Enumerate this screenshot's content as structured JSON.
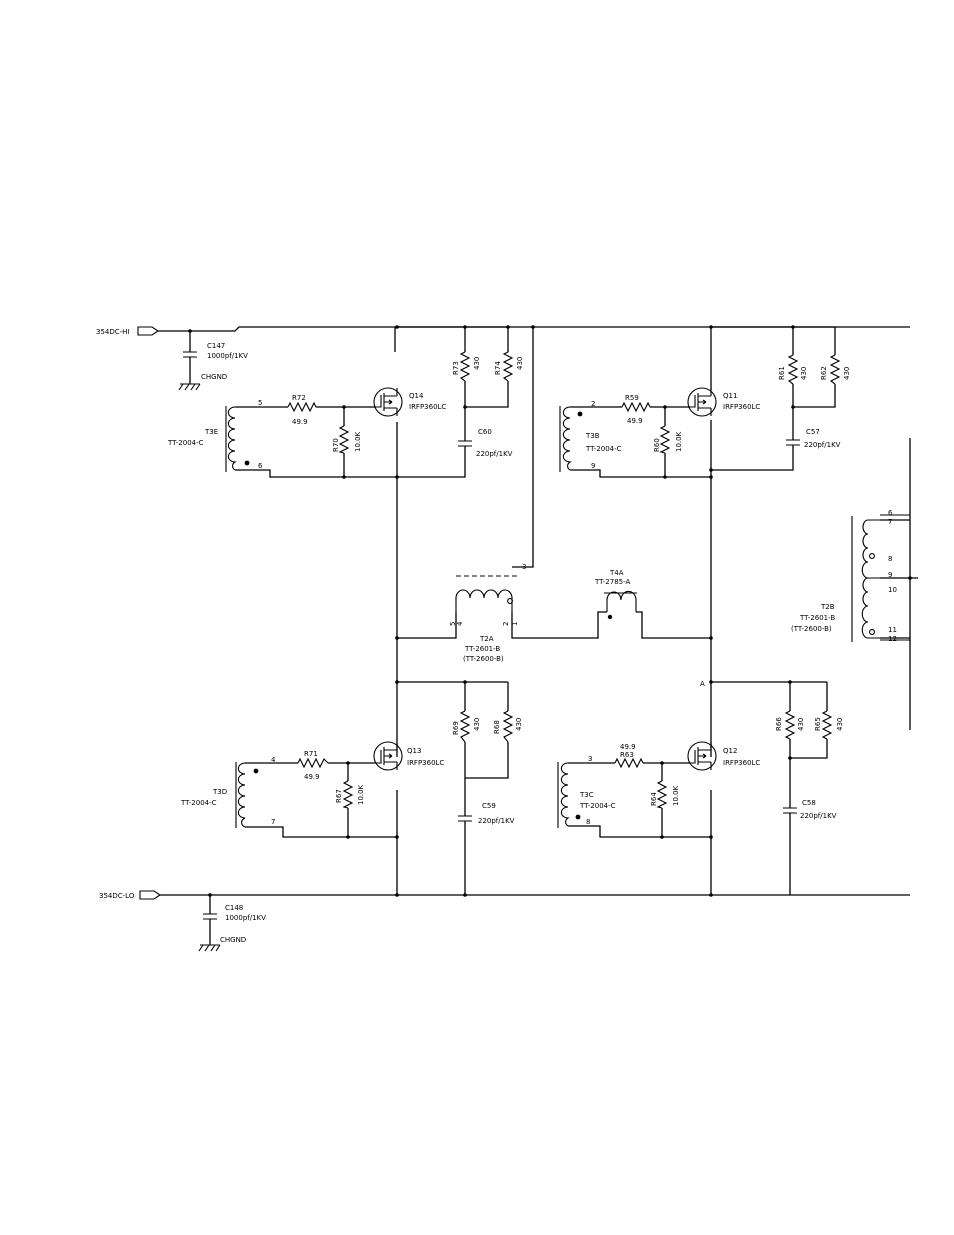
{
  "nets": {
    "hi": "354DC-HI",
    "lo": "354DC-LO",
    "gnd": "CHGND",
    "node_a": "A"
  },
  "capacitors": {
    "c147": {
      "ref": "C147",
      "value": "1000pf/1KV"
    },
    "c148": {
      "ref": "C148",
      "value": "1000pf/1KV"
    },
    "c60": {
      "ref": "C60",
      "value": "220pf/1KV"
    },
    "c57": {
      "ref": "C57",
      "value": "220pf/1KV"
    },
    "c59": {
      "ref": "C59",
      "value": "220pf/1KV"
    },
    "c58": {
      "ref": "C58",
      "value": "220pf/1KV"
    }
  },
  "resistors": {
    "r72": {
      "ref": "R72",
      "value": "49.9"
    },
    "r70": {
      "ref": "R70",
      "value": "10.0K"
    },
    "r73": {
      "ref": "R73",
      "value": "430"
    },
    "r74": {
      "ref": "R74",
      "value": "430"
    },
    "r59": {
      "ref": "R59",
      "value": "49.9"
    },
    "r60": {
      "ref": "R60",
      "value": "10.0K"
    },
    "r61": {
      "ref": "R61",
      "value": "430"
    },
    "r62": {
      "ref": "R62",
      "value": "430"
    },
    "r71": {
      "ref": "R71",
      "value": "49.9"
    },
    "r67": {
      "ref": "R67",
      "value": "10.0K"
    },
    "r69": {
      "ref": "R69",
      "value": "430"
    },
    "r68": {
      "ref": "R68",
      "value": "430"
    },
    "r63": {
      "ref": "R63",
      "value": "49.9"
    },
    "r64": {
      "ref": "R64",
      "value": "10.0K"
    },
    "r66": {
      "ref": "R66",
      "value": "430"
    },
    "r65": {
      "ref": "R65",
      "value": "430"
    }
  },
  "mosfets": {
    "q14": {
      "ref": "Q14",
      "part": "IRFP360LC"
    },
    "q11": {
      "ref": "Q11",
      "part": "IRFP360LC"
    },
    "q13": {
      "ref": "Q13",
      "part": "IRFP360LC"
    },
    "q12": {
      "ref": "Q12",
      "part": "IRFP360LC"
    }
  },
  "transformers": {
    "t3e": {
      "ref": "T3E",
      "part": "TT-2004-C",
      "pin_a": "5",
      "pin_b": "6"
    },
    "t3b": {
      "ref": "T3B",
      "part": "TT-2004-C",
      "pin_a": "2",
      "pin_b": "9"
    },
    "t3d": {
      "ref": "T3D",
      "part": "TT-2004-C",
      "pin_a": "4",
      "pin_b": "7"
    },
    "t3c": {
      "ref": "T3C",
      "part": "TT-2004-C",
      "pin_a": "3",
      "pin_b": "8"
    },
    "t2a": {
      "ref": "T2A",
      "part": "TT-2601-B",
      "alt": "(TT-2600-B)",
      "pin_top": "3",
      "pin_5": "5",
      "pin_4": "4",
      "pin_2": "2",
      "pin_1": "1"
    },
    "t4a": {
      "ref": "T4A",
      "part": "TT-2785-A"
    },
    "t2b": {
      "ref": "T2B",
      "part": "TT-2601-B",
      "alt": "(TT-2600-B)",
      "pins": [
        "6",
        "7",
        "8",
        "9",
        "10",
        "11",
        "12"
      ]
    }
  }
}
